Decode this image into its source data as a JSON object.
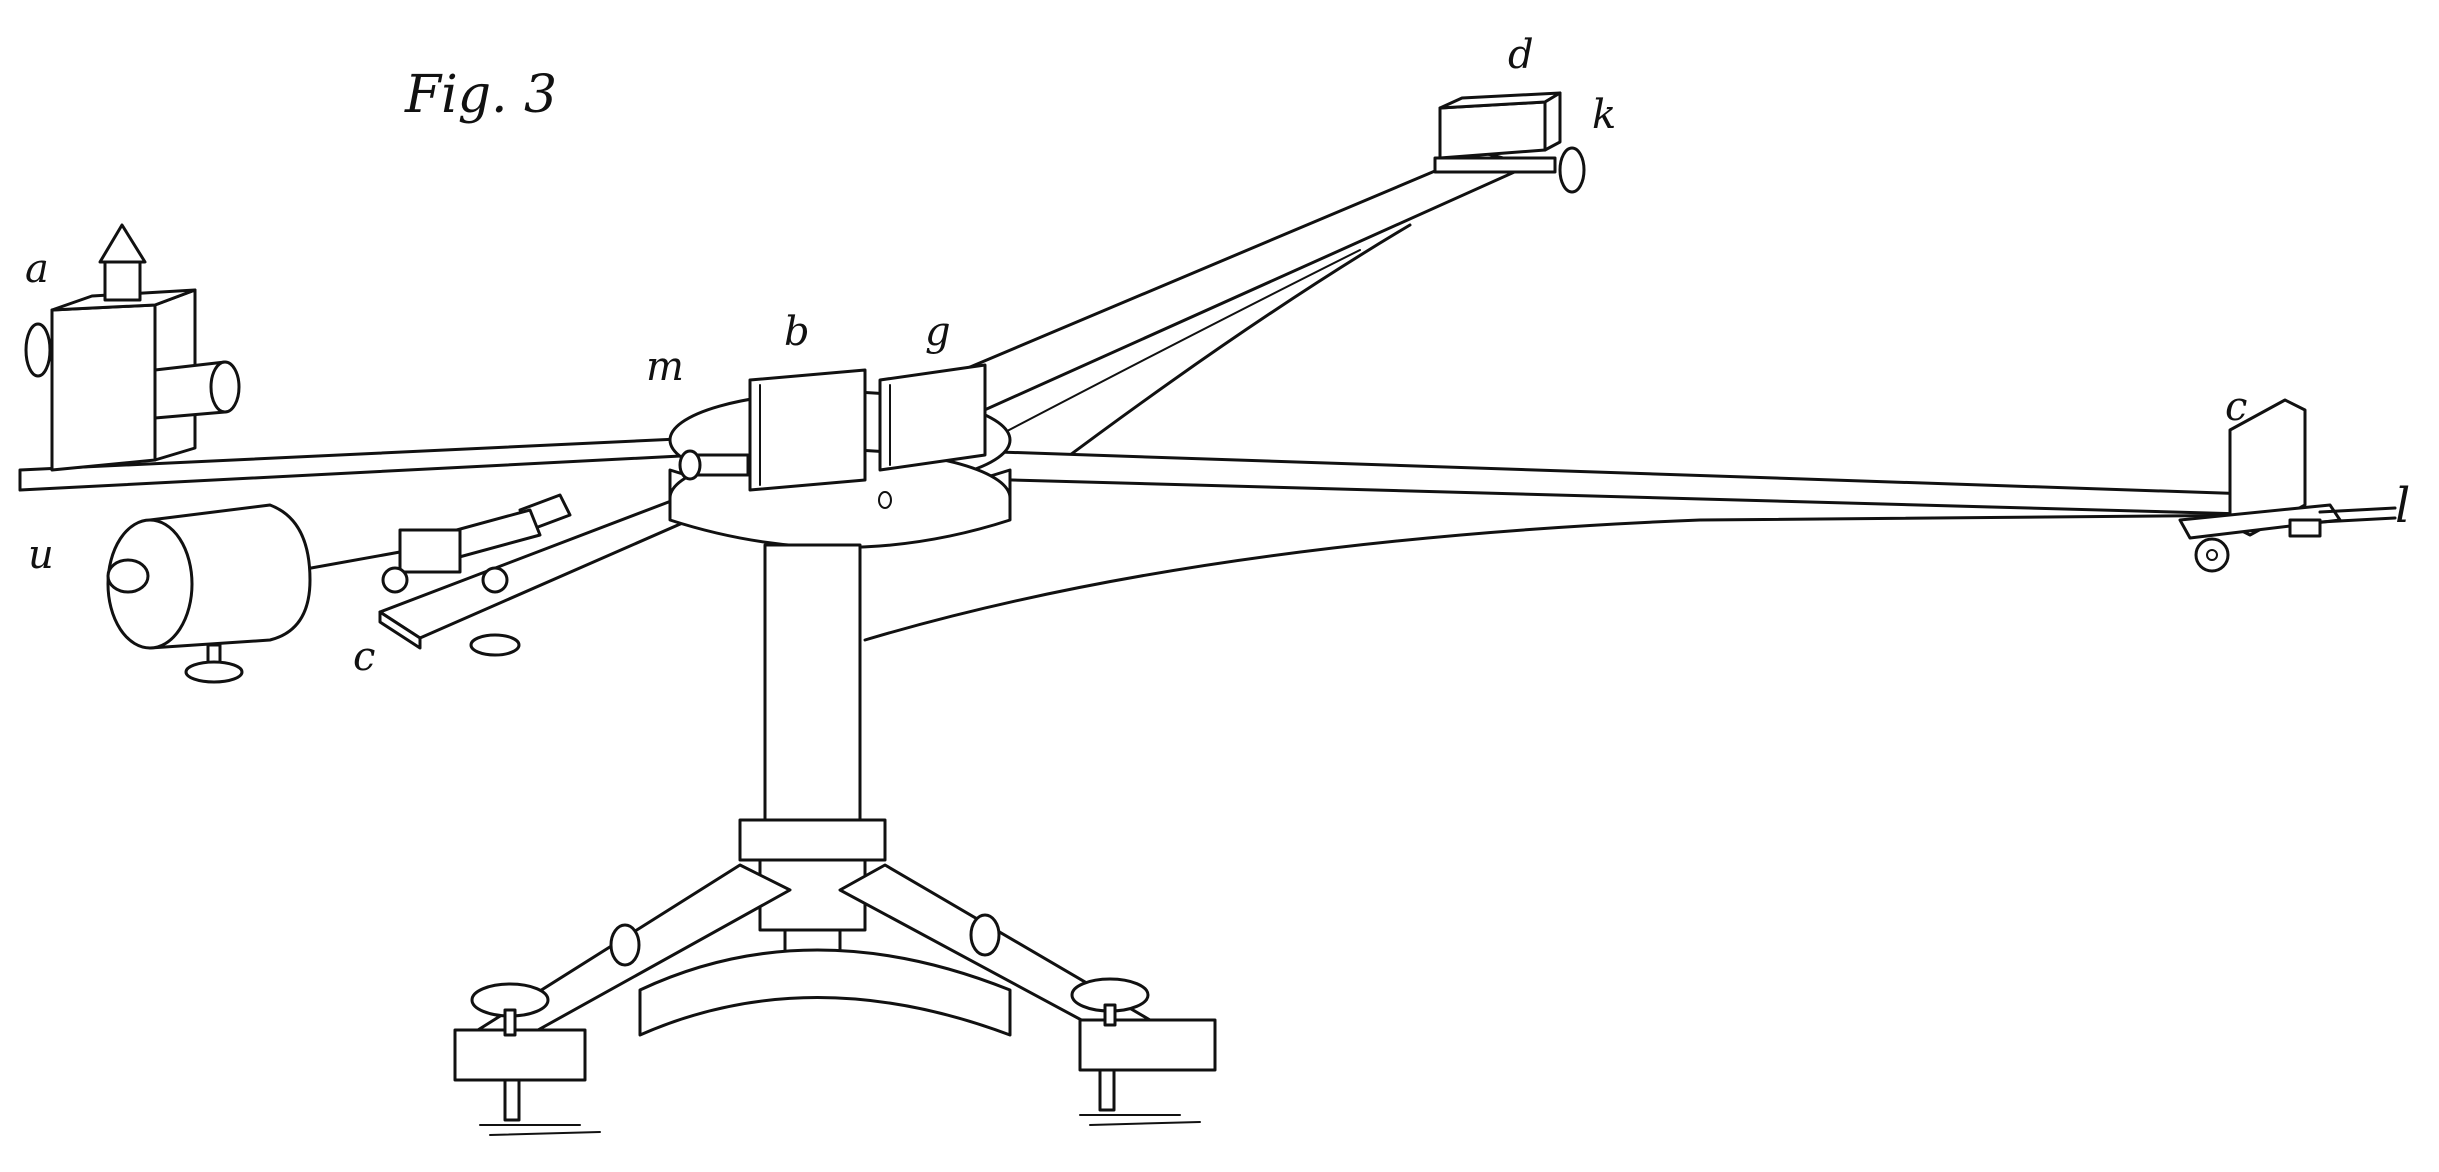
{
  "figure": {
    "title": "Fig. 3",
    "labels": {
      "a": "a",
      "b": "b",
      "g": "g",
      "m": "m",
      "d": "d",
      "k": "k",
      "c_right": "c",
      "l": "l",
      "u": "u",
      "c_left": "c"
    }
  }
}
